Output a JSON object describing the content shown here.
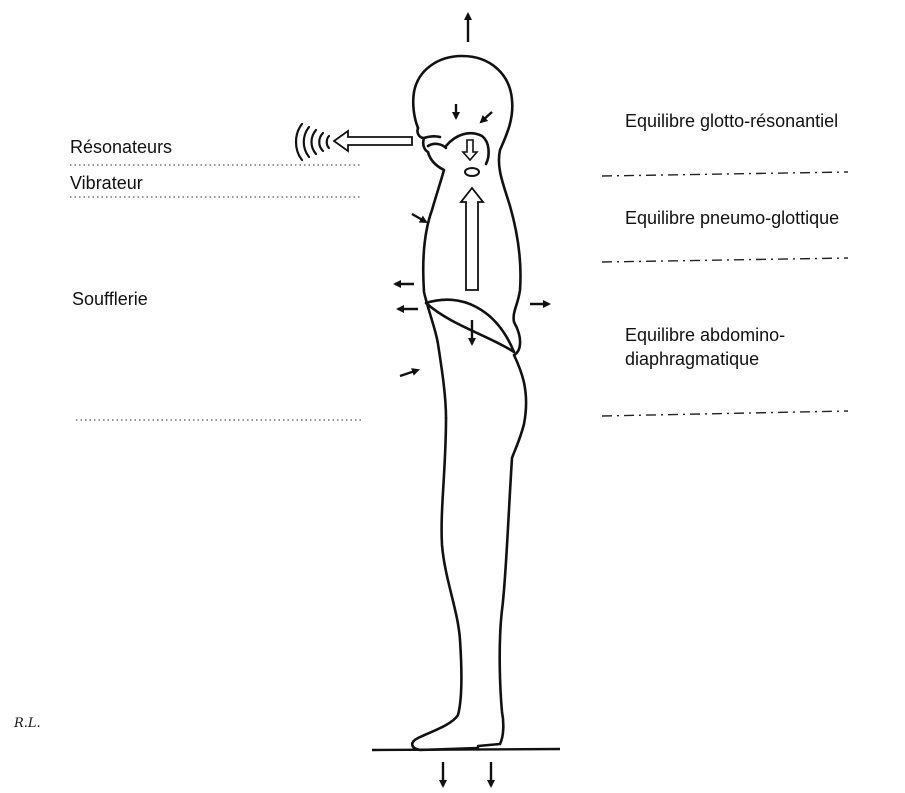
{
  "left_labels": {
    "resonateurs": "Résonateurs",
    "vibrateur": "Vibrateur",
    "soufflerie": "Soufflerie"
  },
  "right_labels": {
    "glotto": "Equilibre glotto-résonantiel",
    "pneumo": "Equilibre pneumo-glottique",
    "abdomino_line1": "Equilibre abdomino-",
    "abdomino_line2": "diaphragmatique"
  },
  "signature": "R.L.",
  "colors": {
    "ink": "#111111",
    "dotted": "#555555"
  }
}
